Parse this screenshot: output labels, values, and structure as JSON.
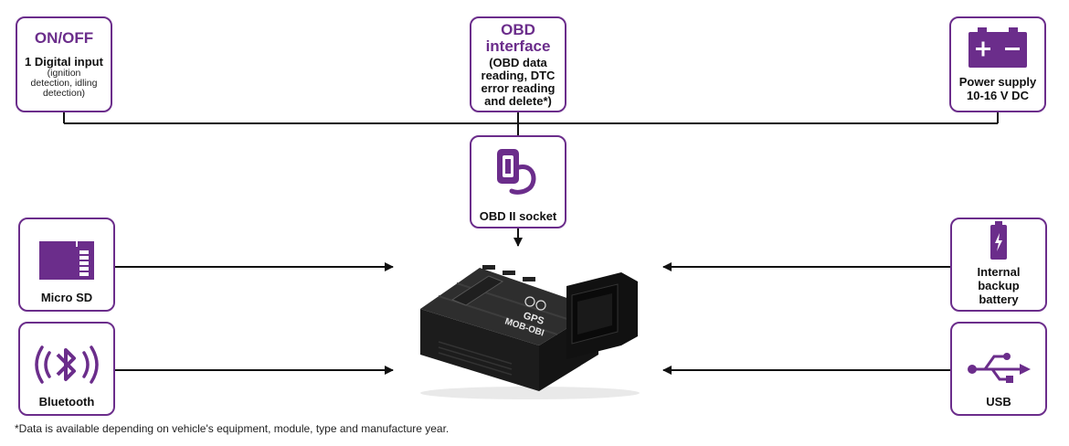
{
  "boxes": {
    "onoff": {
      "title": "ON/OFF",
      "subtitle": "1 Digital input",
      "detail_lines": [
        "(ignition",
        "detection, idling",
        "detection)"
      ]
    },
    "obd_interface": {
      "title_lines": [
        "OBD",
        "interface"
      ],
      "detail_lines": [
        "(OBD data",
        "reading, DTC",
        "error reading",
        "and delete*)"
      ]
    },
    "power": {
      "label_lines": [
        "Power supply",
        "10-16 V DC"
      ],
      "icon": "battery-plus-minus-icon"
    },
    "obd_socket": {
      "label": "OBD II socket",
      "icon": "obd-plug-icon"
    },
    "micro_sd": {
      "label": "Micro SD",
      "icon": "micro-sd-card-icon"
    },
    "bluetooth": {
      "label": "Bluetooth",
      "icon": "bluetooth-icon"
    },
    "backup_battery": {
      "label_lines": [
        "Internal",
        "backup",
        "battery"
      ],
      "icon": "battery-charge-icon"
    },
    "usb": {
      "label": "USB",
      "icon": "usb-icon"
    }
  },
  "device": {
    "icon": "obd-tracker-device",
    "brand_text": "GPS",
    "model_text": "MOB-OBI"
  },
  "footnote": "*Data is available depending on vehicle's equipment, module, type and manufacture year.",
  "colors": {
    "accent": "#6b2d8b",
    "line": "#111111"
  }
}
